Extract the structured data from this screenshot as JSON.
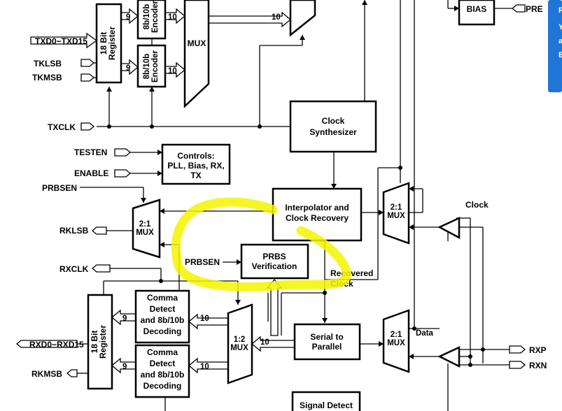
{
  "colors": {
    "highlight": "#f5f500",
    "panel": "#2076d6",
    "line": "#000000"
  },
  "signals": {
    "txd": "TXD0−TXD15",
    "tklsb": "TKLSB",
    "tkmsb": "TKMSB",
    "txclk": "TXCLK",
    "testen": "TESTEN",
    "enable": "ENABLE",
    "prbsen_top": "PRBSEN",
    "prbsen_mid": "PRBSEN",
    "rklsb": "RKLSB",
    "rxclk": "RXCLK",
    "rxd": "RXD0−RXD15",
    "rkmsb": "RKMSB",
    "rxp": "RXP",
    "rxn": "RXN",
    "pre": "PRE",
    "clock": "Clock",
    "data": "Data",
    "recovered_1": "Recovered",
    "recovered_2": "Clock"
  },
  "blocks": {
    "reg18_tx": [
      "18 Bit",
      "Register"
    ],
    "enc1": [
      "8b/10b",
      "Encoder"
    ],
    "enc2": [
      "8b/10b",
      "Encoder"
    ],
    "mux_tx": "MUX",
    "bias": "BIAS",
    "clock_synth": [
      "Clock",
      "Synthesizer"
    ],
    "controls": [
      "Controls:",
      "PLL, Bias, RX,",
      "TX"
    ],
    "interp": [
      "Interpolator and",
      "Clock Recovery"
    ],
    "mux21_top": [
      "2:1",
      "MUX"
    ],
    "mux21_left": [
      "2:1",
      "MUX"
    ],
    "prbs": [
      "PRBS",
      "Verification"
    ],
    "comma1": [
      "Comma",
      "Detect",
      "and 8b/10b",
      "Decoding"
    ],
    "comma2": [
      "Comma",
      "Detect",
      "and 8b/10b",
      "Decoding"
    ],
    "reg18_rx": [
      "18 Bit",
      "Register"
    ],
    "mux12": [
      "1:2",
      "MUX"
    ],
    "s2p": [
      "Serial to",
      "Parallel"
    ],
    "mux21_bot": [
      "2:1",
      "MUX"
    ],
    "signal_detect": "Signal Detect"
  },
  "bus_widths": {
    "enc1_in": "9",
    "enc2_in": "9",
    "enc1_out": "10",
    "enc2_out": "10",
    "mux_out": "10",
    "comma1_out": "9",
    "comma2_out": "9",
    "mux12_out1": "10",
    "mux12_out2": "10",
    "s2p_out": "10"
  },
  "panel_text": [
    "F",
    "Y",
    "a",
    "E"
  ]
}
